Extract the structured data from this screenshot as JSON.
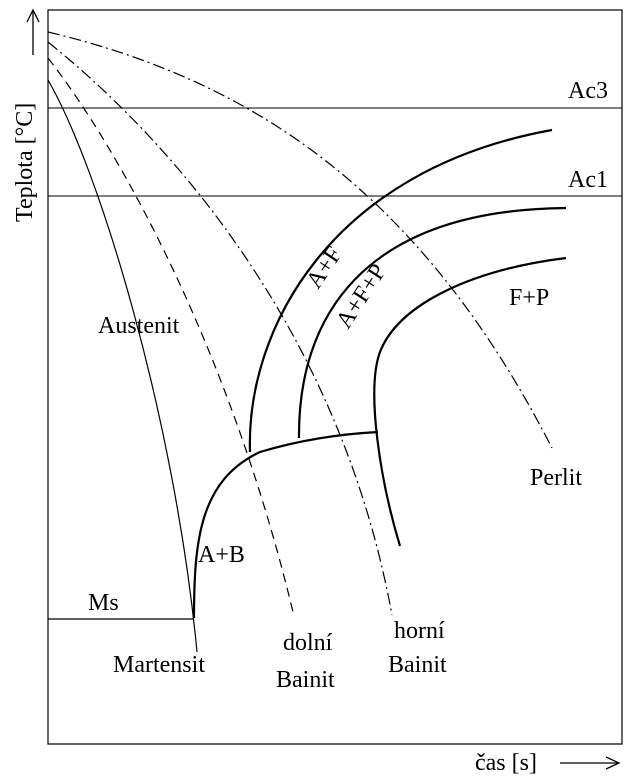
{
  "axes": {
    "y_label": "Teplota [°C]",
    "x_label": "čas [s]"
  },
  "levels": {
    "ac3": "Ac3",
    "ac1": "Ac1",
    "ms": "Ms"
  },
  "regions": {
    "austenit": "Austenit",
    "a_f": "A+F",
    "a_f_p": "A+F+P",
    "f_p": "F+P",
    "a_b": "A+B"
  },
  "cooling_curves": {
    "martensit": "Martensit",
    "dolni_bainit_1": "dolní",
    "dolni_bainit_2": "Bainit",
    "horni_bainit_1": "horní",
    "horni_bainit_2": "Bainit",
    "perlit": "Perlit"
  }
}
